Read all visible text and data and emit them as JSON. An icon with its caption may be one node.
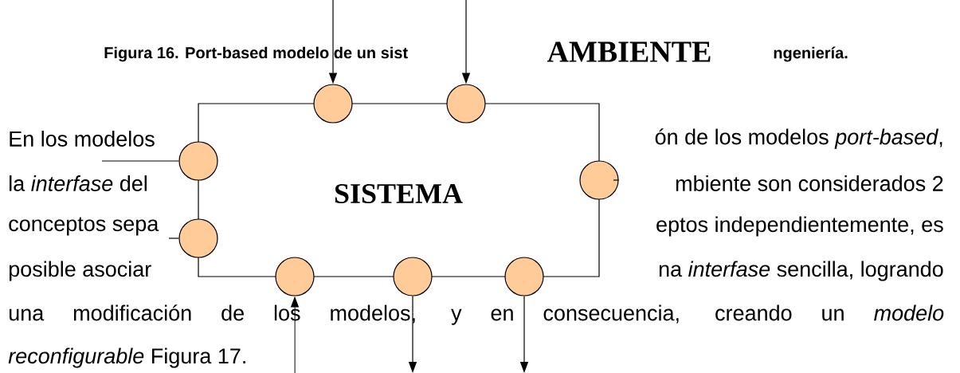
{
  "diagram": {
    "nodes": [
      {
        "text": [
          "SISTEMA"
        ]
      },
      {
        "text": [],
        "shape": "circle"
      },
      {
        "text": [],
        "shape": "circle"
      },
      {
        "text": [],
        "shape": "circle"
      },
      {
        "text": [],
        "shape": "circle"
      },
      {
        "text": [],
        "shape": "circle"
      },
      {
        "text": [],
        "shape": "circle"
      },
      {
        "text": [],
        "shape": "circle"
      },
      {
        "text": [],
        "shape": "circle"
      }
    ],
    "edges": [
      {
        "from": null,
        "to": 1,
        "arrow": "to"
      },
      {
        "from": null,
        "to": 2,
        "arrow": "to"
      },
      {
        "from": null,
        "to": 3,
        "arrow": "none"
      },
      {
        "from": null,
        "to": 4,
        "arrow": "none"
      },
      {
        "from": 5,
        "to": null,
        "arrow": "none"
      },
      {
        "from": null,
        "to": 6,
        "arrow": "to"
      },
      {
        "from": 7,
        "to": null,
        "arrow": "to"
      },
      {
        "from": 8,
        "to": null,
        "arrow": "to"
      }
    ],
    "labels": [
      "Figura 16. Port-based modelo de un sist",
      "AMBIENTE",
      "ngeniería.",
      "En los modelos",
      "ón de los modelos *port-based*,",
      "la *interfase* del",
      "mbiente son considerados 2",
      "conceptos sepa",
      "eptos independientemente, es",
      "posible asociar",
      "na *interfase* sencilla, logrando",
      "una modificación de los modelos, y en consecuencia, creando un *modelo*",
      "*reconfigurable* Figura 17."
    ]
  }
}
